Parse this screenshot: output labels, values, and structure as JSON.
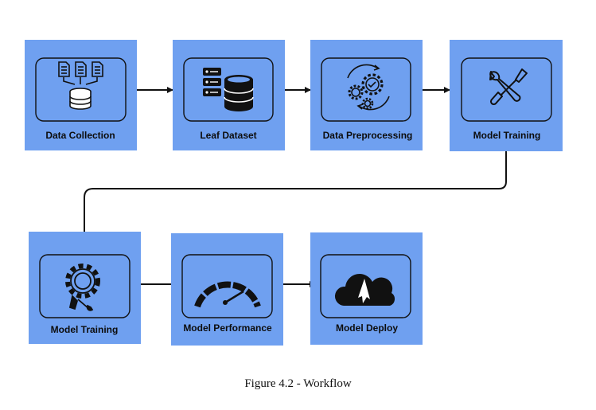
{
  "diagram": {
    "nodes": [
      {
        "id": "data-collection",
        "label": "Data Collection",
        "icon": "documents-to-database-icon"
      },
      {
        "id": "leaf-dataset",
        "label": "Leaf Dataset",
        "icon": "server-database-icon"
      },
      {
        "id": "data-preprocessing",
        "label": "Data Preprocessing",
        "icon": "gears-cycle-icon"
      },
      {
        "id": "model-training-1",
        "label": "Model Training",
        "icon": "wrench-screwdriver-icon"
      },
      {
        "id": "model-training-2",
        "label": "Model Training",
        "icon": "gear-tools-icon"
      },
      {
        "id": "model-performance",
        "label": "Model Performance",
        "icon": "speedometer-icon"
      },
      {
        "id": "model-deploy",
        "label": "Model Deploy",
        "icon": "cloud-upload-icon"
      }
    ],
    "edges": [
      [
        "data-collection",
        "leaf-dataset"
      ],
      [
        "leaf-dataset",
        "data-preprocessing"
      ],
      [
        "data-preprocessing",
        "model-training-1"
      ],
      [
        "model-training-1",
        "model-training-2"
      ],
      [
        "model-training-2",
        "model-performance"
      ],
      [
        "model-performance",
        "model-deploy"
      ]
    ],
    "colors": {
      "box_fill": "#6fa0f0",
      "inner_fill": "#6fa0f0",
      "stroke": "#111111"
    }
  },
  "caption": "Figure 4.2 - Workflow"
}
